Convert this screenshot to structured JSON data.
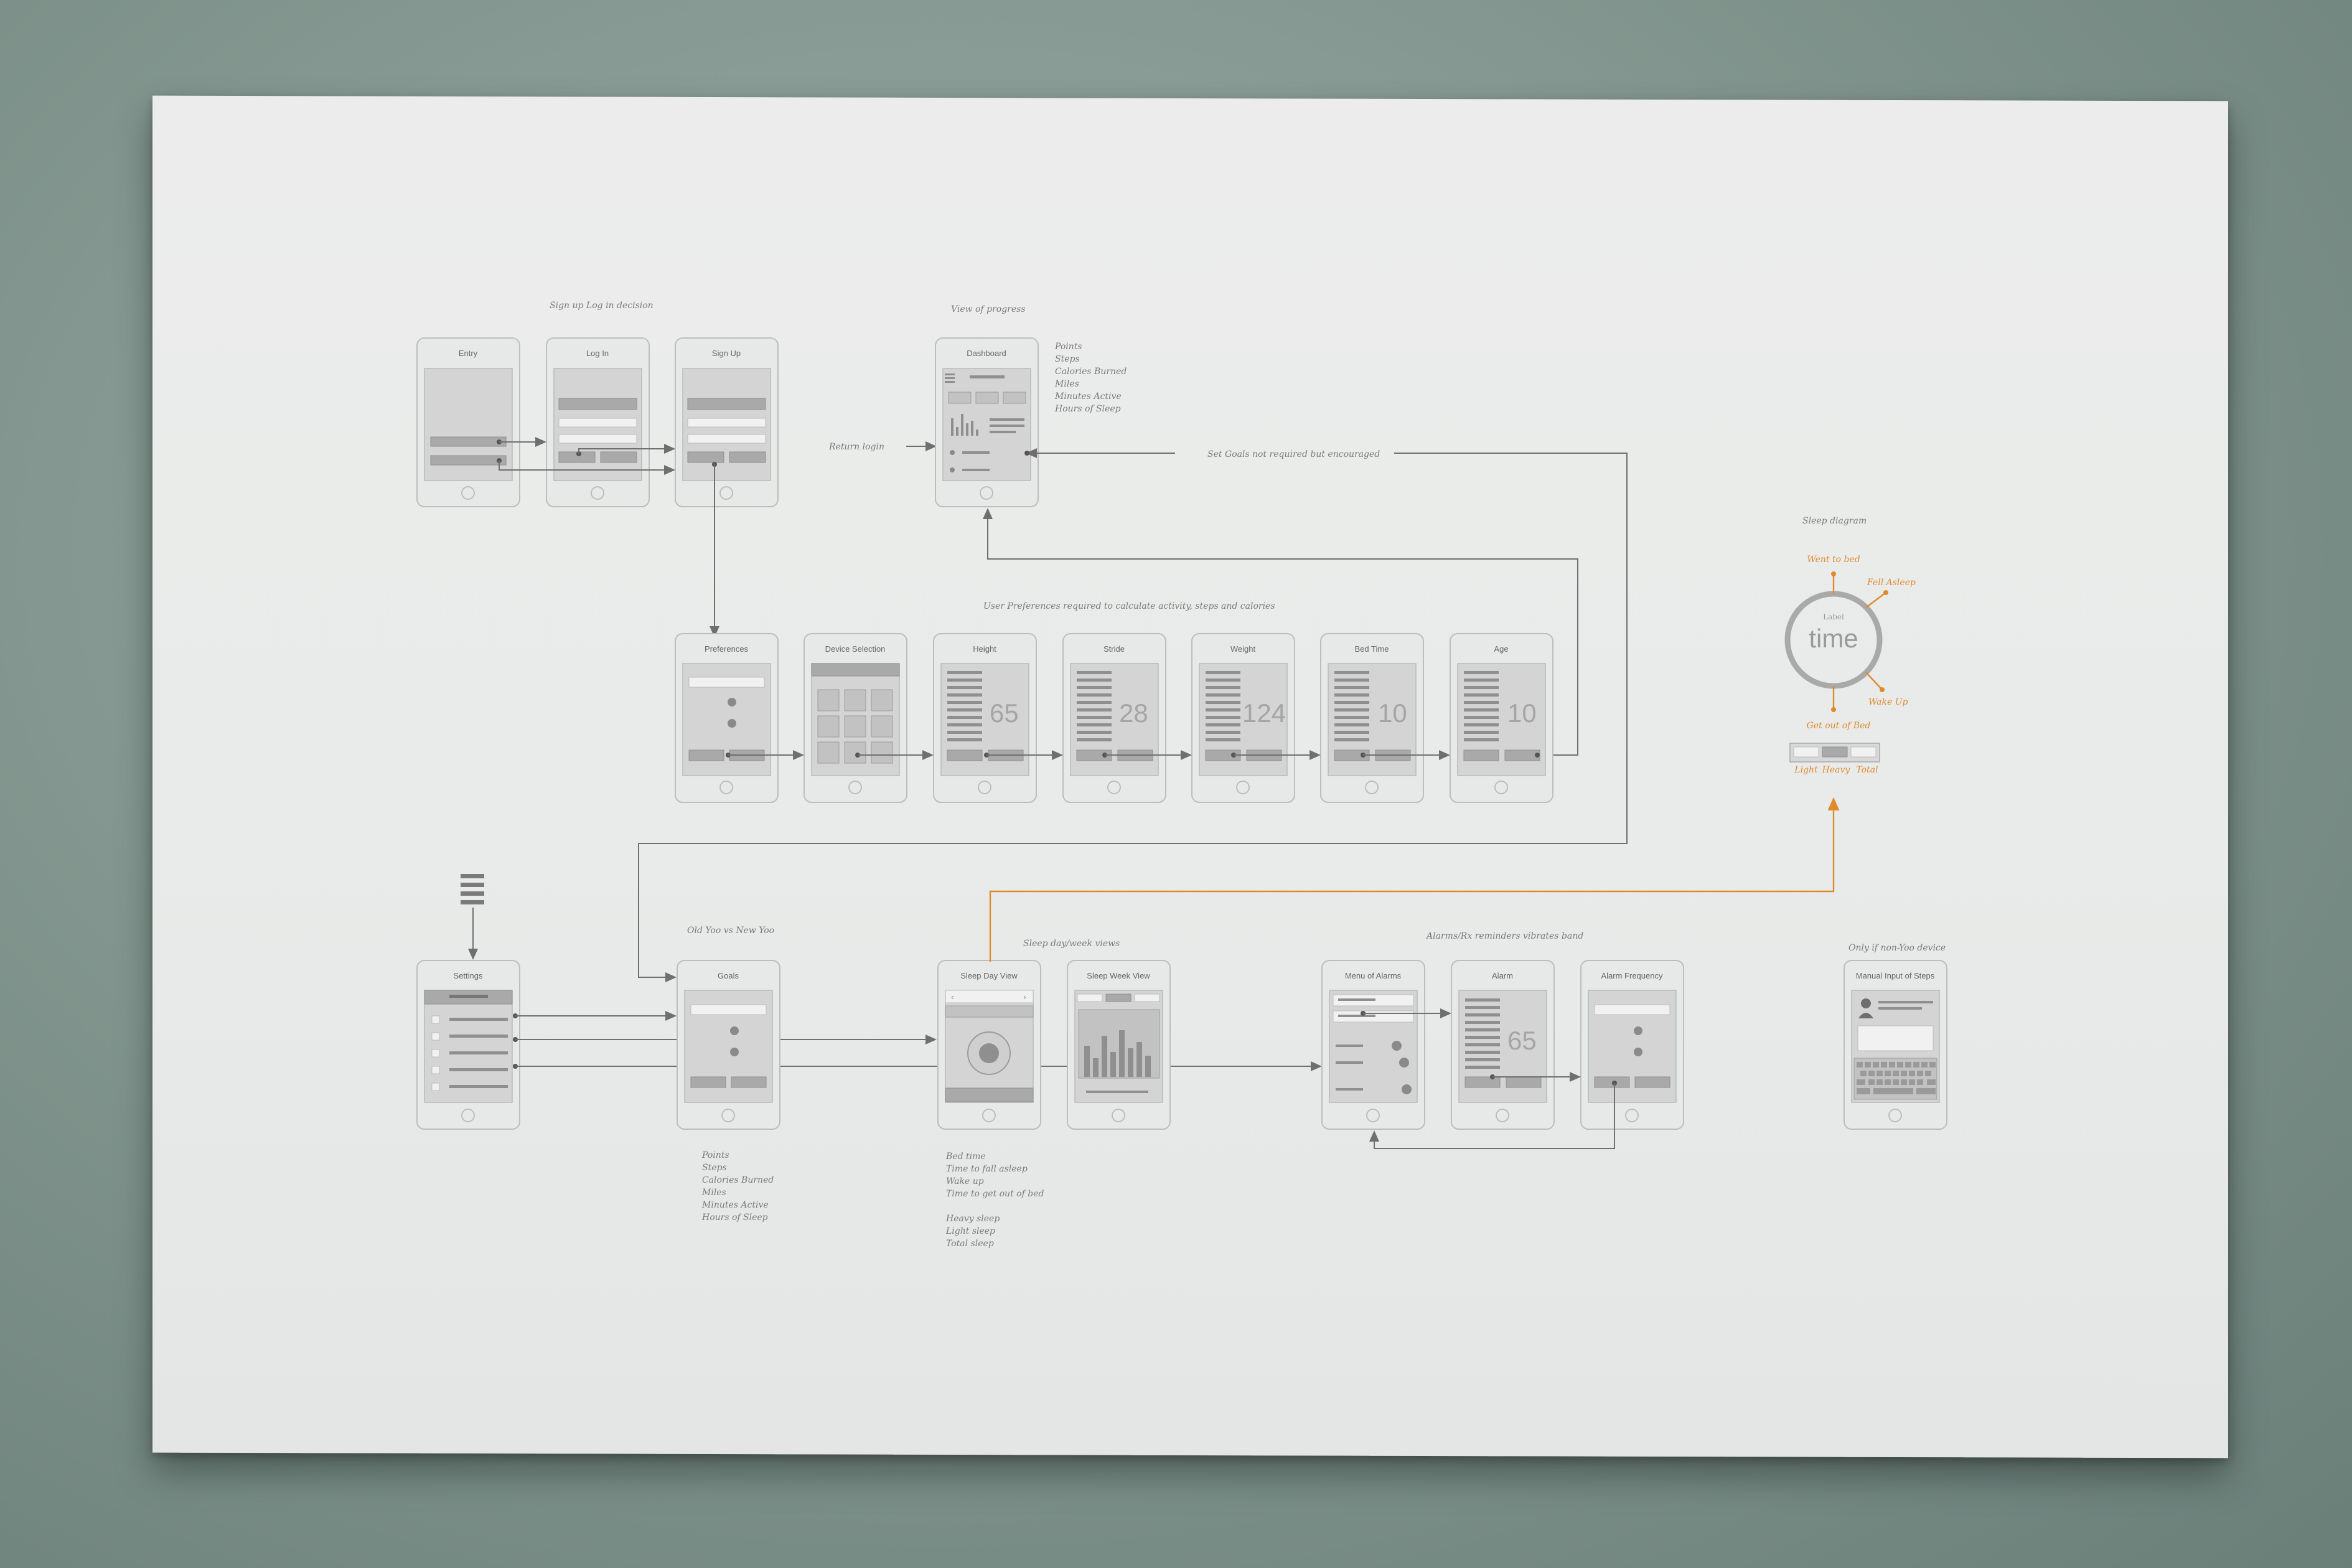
{
  "sections": {
    "signup": "Sign up Log in decision",
    "progress": "View of progress",
    "prefs": "User Preferences required to calculate activity, steps and calories",
    "oldnew": "Old Yoo vs New Yoo",
    "sleepviews": "Sleep day/week views",
    "alarms": "Alarms/Rx reminders vibrates band",
    "nonyoo": "Only if non-Yoo device",
    "sleepdiagram": "Sleep diagram"
  },
  "connectors": {
    "return_login": "Return login",
    "set_goals": "Set Goals not required but encouraged"
  },
  "screens": {
    "entry": "Entry",
    "login": "Log In",
    "signup": "Sign Up",
    "dashboard": "Dashboard",
    "preferences": "Preferences",
    "device": "Device Selection",
    "height": "Height",
    "stride": "Stride",
    "weight": "Weight",
    "bedtime": "Bed Time",
    "age": "Age",
    "settings": "Settings",
    "goals": "Goals",
    "sleepday": "Sleep Day View",
    "sleepweek": "Sleep Week View",
    "menualarms": "Menu of Alarms",
    "alarm": "Alarm",
    "alarmfreq": "Alarm Frequency",
    "manual": "Manual Input of Steps"
  },
  "values": {
    "height": "65",
    "stride": "28",
    "weight": "124",
    "bedtime": "10",
    "age": "10",
    "alarm": "65"
  },
  "dashboard_metrics": [
    "Points",
    "Steps",
    "Calories Burned",
    "Miles",
    "Minutes Active",
    "Hours of Sleep"
  ],
  "goals_metrics": [
    "Points",
    "Steps",
    "Calories Burned",
    "Miles",
    "Minutes Active",
    "Hours of Sleep"
  ],
  "sleep_metrics_a": [
    "Bed time",
    "Time to fall asleep",
    "Wake up",
    "Time to get out of bed"
  ],
  "sleep_metrics_b": [
    "Heavy sleep",
    "Light sleep",
    "Total sleep"
  ],
  "sleep_diagram": {
    "center_label": "Label",
    "center_value": "time",
    "went_to_bed": "Went to bed",
    "fell_asleep": "Fell Asleep",
    "wake_up": "Wake Up",
    "get_out": "Get out of Bed",
    "tabs": [
      "Light",
      "Heavy",
      "Total"
    ]
  },
  "colors": {
    "accent": "#e08a2b",
    "ink": "#6f6f6f",
    "paper": "#ebecec"
  }
}
